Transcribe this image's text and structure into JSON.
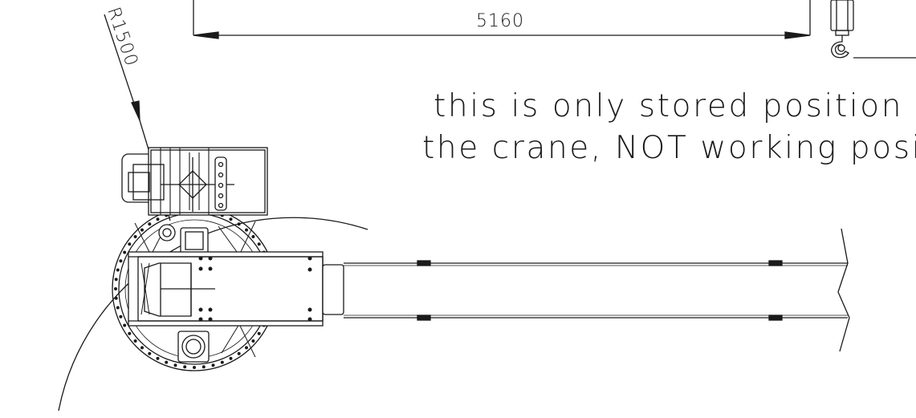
{
  "drawing": {
    "dimension": {
      "value_label": "5160"
    },
    "radius": {
      "label": "R1500"
    },
    "note": {
      "line1": "this is only stored position of",
      "line2": "the crane, NOT working position"
    },
    "colors": {
      "line": "#1a1a1a",
      "background": "#ffffff"
    },
    "icons": {
      "hook": "crane-hook-icon"
    }
  }
}
